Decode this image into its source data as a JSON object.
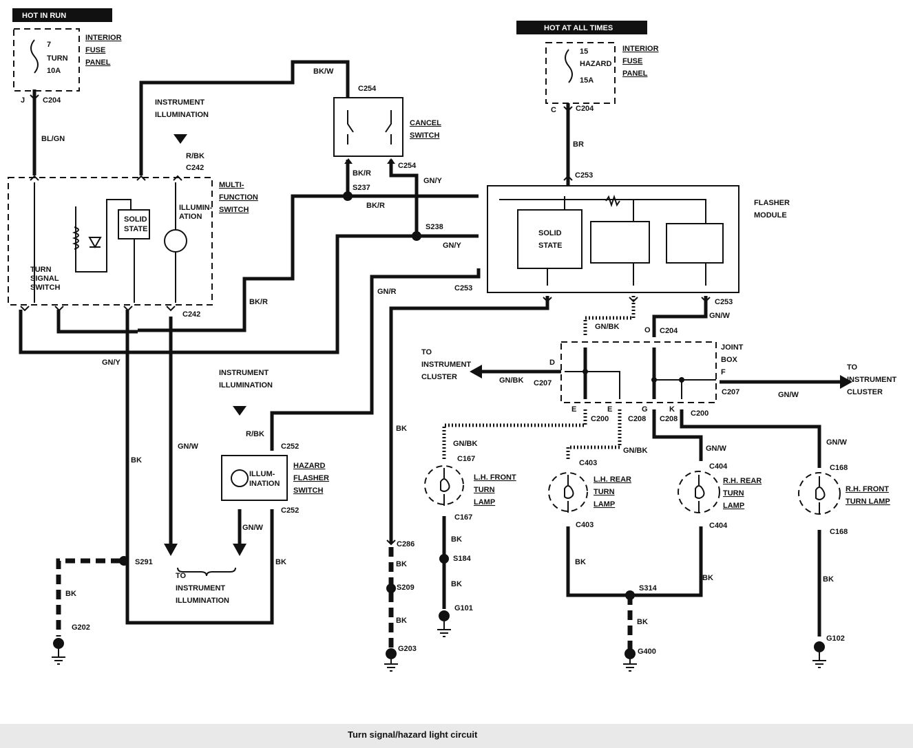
{
  "headers": {
    "hot_in_run": "HOT IN RUN",
    "hot_at_all_times": "HOT AT ALL TIMES"
  },
  "fuse_left": {
    "line1": "7",
    "line2": "TURN",
    "line3": "10A"
  },
  "fuse_right": {
    "line1": "15",
    "line2": "HAZARD",
    "line3": "15A"
  },
  "fuse_panel_label": [
    "INTERIOR",
    "FUSE",
    "PANEL"
  ],
  "multifunction": {
    "title": [
      "MULTI-",
      "FUNCTION",
      "SWITCH"
    ],
    "solid_state": [
      "SOLID",
      "STATE"
    ],
    "illumination": [
      "ILLUMIN-",
      "ATION"
    ],
    "turn_signal": [
      "TURN",
      "SIGNAL",
      "SWITCH"
    ]
  },
  "cancel_switch": [
    "CANCEL",
    "SWITCH"
  ],
  "flasher_module": {
    "title": [
      "FLASHER",
      "MODULE"
    ],
    "solid_state": [
      "SOLID",
      "STATE"
    ]
  },
  "joint_box": [
    "JOINT",
    "BOX"
  ],
  "hazard_switch": {
    "title": [
      "HAZARD",
      "FLASHER",
      "SWITCH"
    ],
    "illumination": [
      "ILLUM-",
      "INATION"
    ]
  },
  "instrument_illumination": [
    "INSTRUMENT",
    "ILLUMINATION"
  ],
  "to_instrument_cluster": [
    "TO",
    "INSTRUMENT",
    "CLUSTER"
  ],
  "to_instrument_illumination": [
    "TO",
    "INSTRUMENT",
    "ILLUMINATION"
  ],
  "lamps": {
    "lh_front": [
      "L.H. FRONT",
      "TURN",
      "LAMP"
    ],
    "lh_rear": [
      "L.H. REAR",
      "TURN",
      "LAMP"
    ],
    "rh_rear": [
      "R.H. REAR",
      "TURN",
      "LAMP"
    ],
    "rh_front": [
      "R.H. FRONT",
      "TURN LAMP"
    ]
  },
  "wire_colors": {
    "bl_gn": "BL/GN",
    "bk_w": "BK/W",
    "br": "BR",
    "r_bk": "R/BK",
    "bk_r": "BK/R",
    "gn_y": "GN/Y",
    "gn_r": "GN/R",
    "gn_bk": "GN/BK",
    "gn_w": "GN/W",
    "bk": "BK"
  },
  "connectors": {
    "c204": "C204",
    "c254": "C254",
    "c242": "C242",
    "c253": "C253",
    "c252": "C252",
    "c207": "C207",
    "c200": "C200",
    "c208": "C208",
    "c167": "C167",
    "c403": "C403",
    "c404": "C404",
    "c168": "C168",
    "c286": "C286"
  },
  "splices": {
    "s237": "S237",
    "s238": "S238",
    "s291": "S291",
    "s184": "S184",
    "s209": "S209",
    "s314": "S314"
  },
  "grounds": {
    "g202": "G202",
    "g101": "G101",
    "g203": "G203",
    "g400": "G400",
    "g102": "G102"
  },
  "pins": {
    "j": "J",
    "c": "C",
    "o": "O",
    "d": "D",
    "f": "F",
    "e": "E",
    "g": "G",
    "k": "K"
  },
  "caption": "Turn signal/hazard light circuit"
}
